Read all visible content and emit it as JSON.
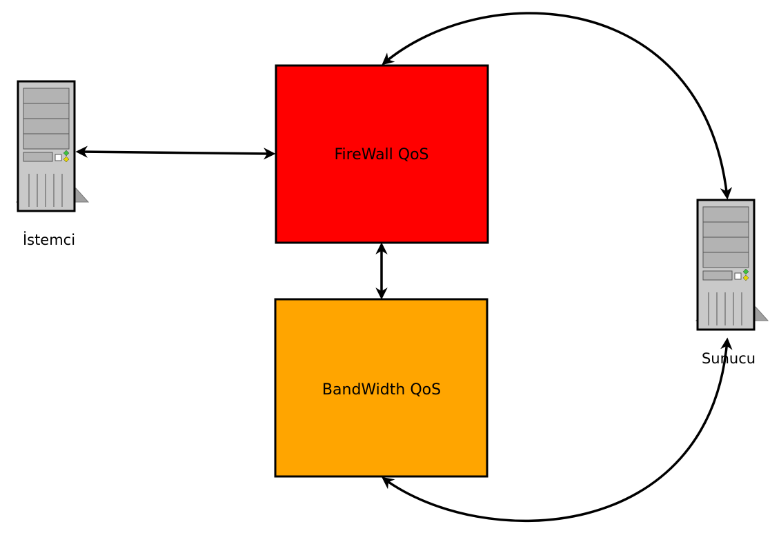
{
  "nodes": {
    "firewall": {
      "label": "FireWall QoS",
      "color": "#ff0000"
    },
    "bandwidth": {
      "label": "BandWidth QoS",
      "color": "#ffa500"
    }
  },
  "servers": {
    "client": {
      "label": "İstemci",
      "icon": "server-tower-icon"
    },
    "server": {
      "label": "Sunucu",
      "icon": "server-tower-icon"
    }
  },
  "connections": [
    {
      "from": "client",
      "to": "firewall",
      "type": "bidirectional"
    },
    {
      "from": "firewall",
      "to": "bandwidth",
      "type": "bidirectional"
    },
    {
      "from": "firewall",
      "to": "server",
      "type": "bidirectional"
    },
    {
      "from": "server",
      "to": "bandwidth",
      "type": "bidirectional"
    }
  ]
}
